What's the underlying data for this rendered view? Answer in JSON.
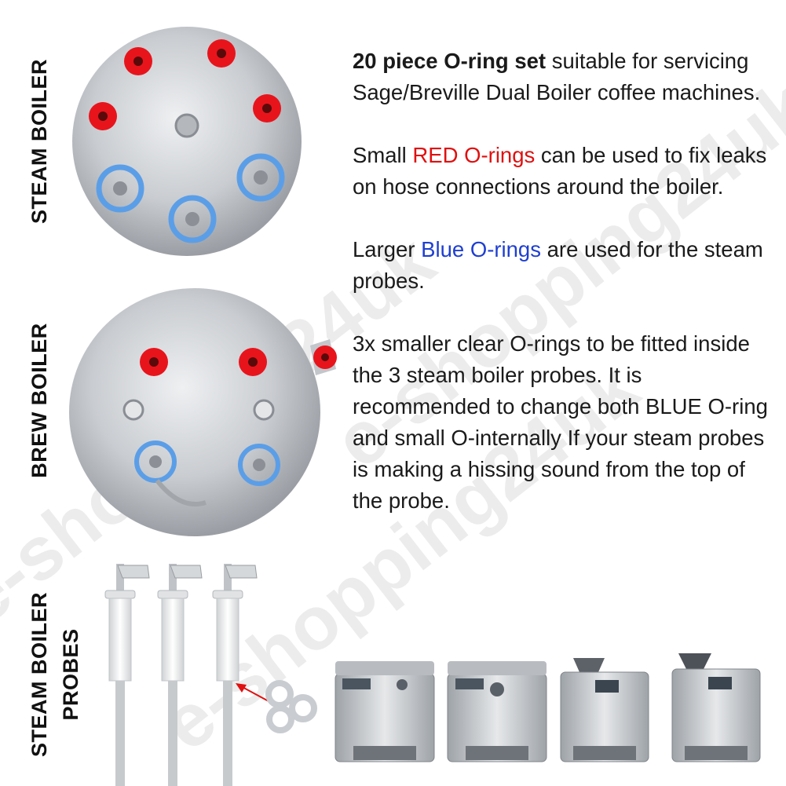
{
  "labels": {
    "steam_boiler": "STEAM BOILER",
    "brew_boiler": "BREW BOILER",
    "probes_line1": "STEAM BOILER",
    "probes_line2": "PROBES"
  },
  "description": {
    "p1_bold": "20 piece O-ring set",
    "p1_rest": " suitable for servicing Sage/Breville Dual Boiler coffee machines.",
    "p2_pre": "Small ",
    "p2_red": "RED O-rings",
    "p2_post": " can be used to fix leaks on hose connections around the boiler.",
    "p3_pre": "Larger ",
    "p3_blue": "Blue O-rings",
    "p3_post": " are used for the steam probes.",
    "p4": "3x smaller clear O-rings to be fitted inside the 3 steam boiler probes. It is recommended to change both BLUE O-ring and small O-internally If your steam probes is making a hissing sound from the top of the probe."
  },
  "watermark": "e-shopping24uk",
  "colors": {
    "red_ring": "#e8141c",
    "blue_ring": "#5b9ee8",
    "steel": "#c9ccd0"
  }
}
